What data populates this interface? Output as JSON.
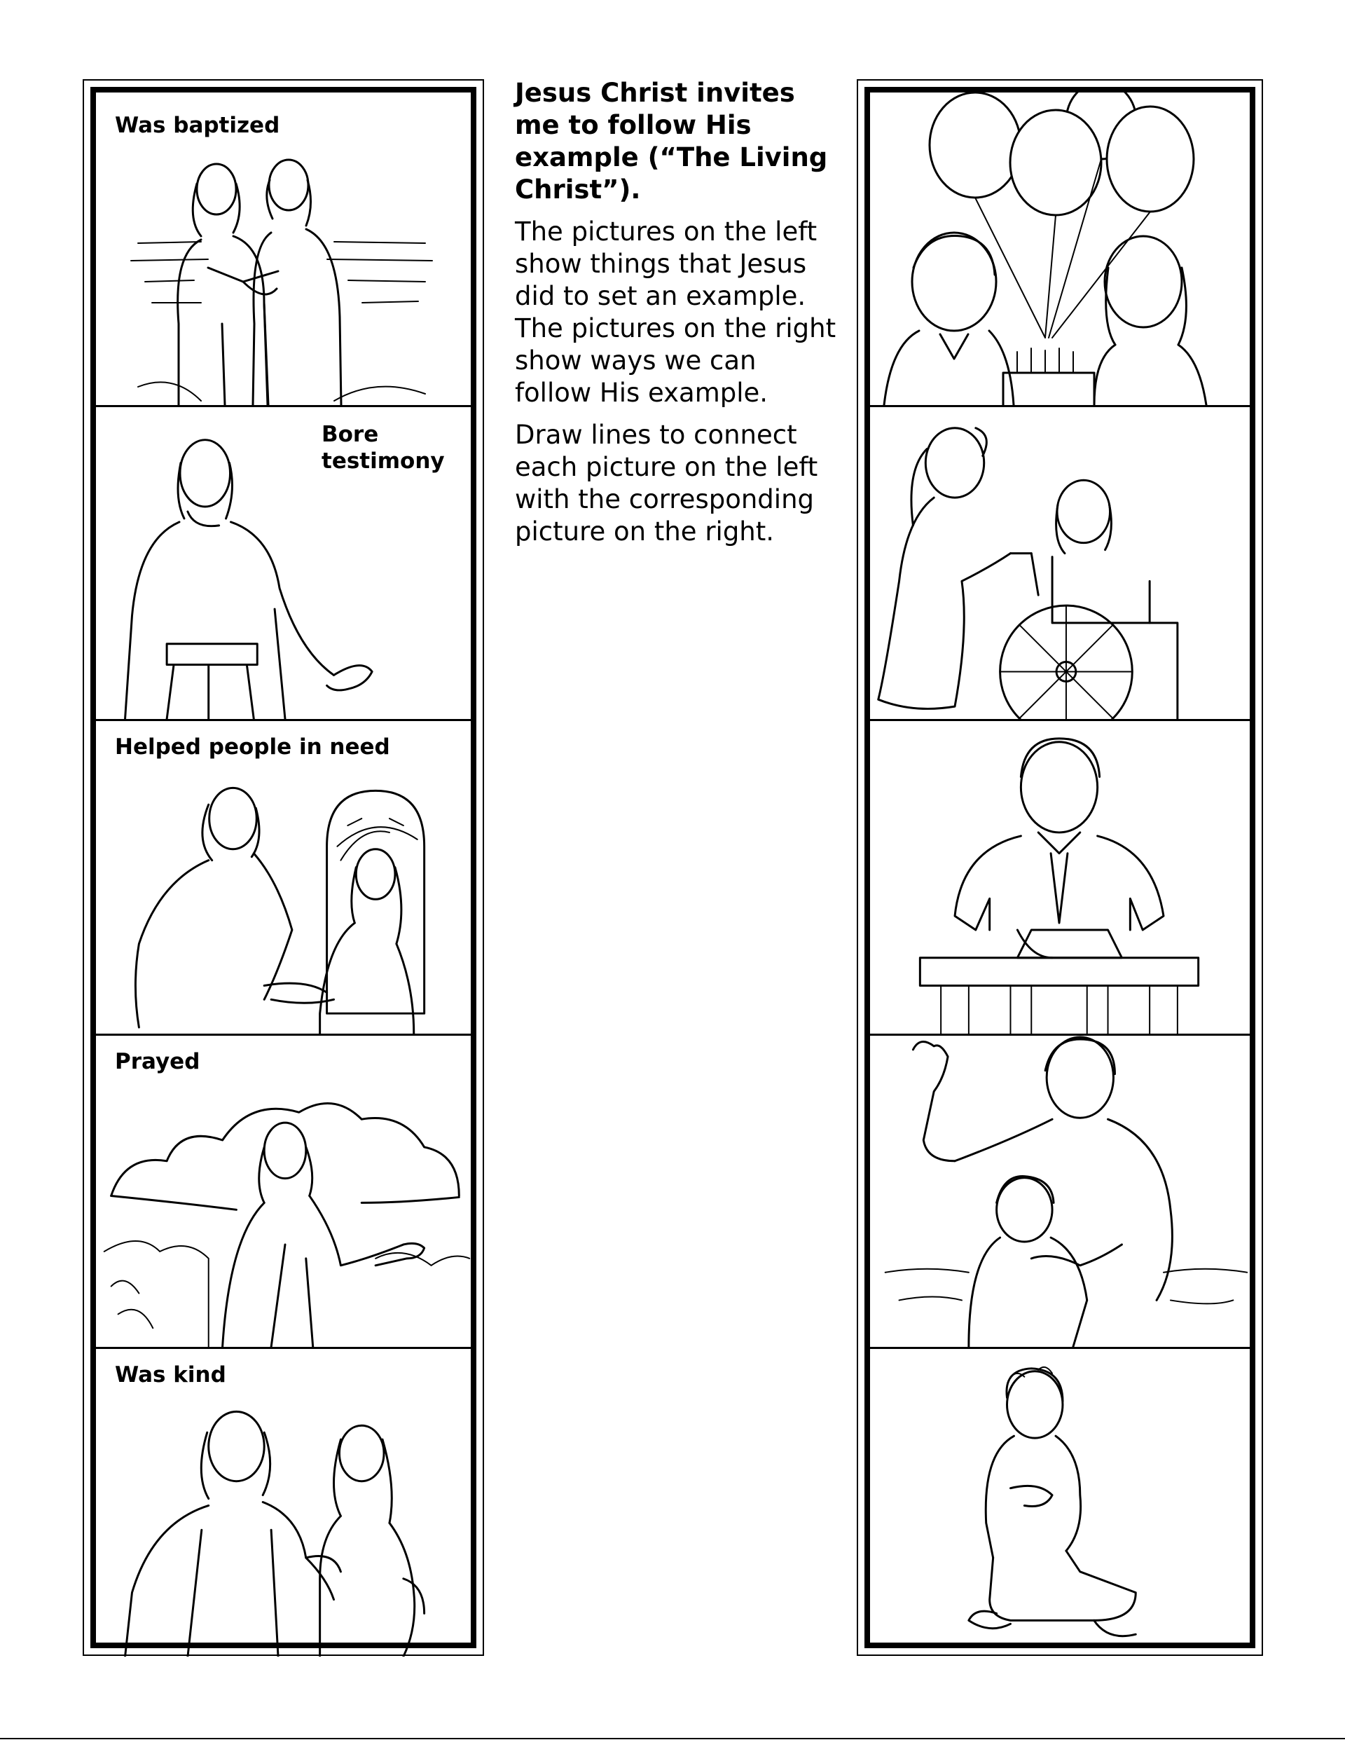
{
  "instructions": {
    "title": "Jesus Christ invites me to follow His example (“The Living Christ”).",
    "paragraph_1": "The pictures on the left show things that Jesus did to set an example. The pictures on the right show ways we can follow His example.",
    "paragraph_2": "Draw lines to connect each picture on the left with the corresponding picture on the right."
  },
  "left_panels": [
    {
      "caption": "Was baptized",
      "icon": "baptism-illustration"
    },
    {
      "caption": "Bore\ntestimony",
      "icon": "teaching-illustration"
    },
    {
      "caption": "Helped people in need",
      "icon": "helping-illustration"
    },
    {
      "caption": "Prayed",
      "icon": "praying-illustration"
    },
    {
      "caption": "Was kind",
      "icon": "kindness-illustration"
    }
  ],
  "right_panels": [
    {
      "icon": "birthday-party-illustration"
    },
    {
      "icon": "wheelchair-help-illustration"
    },
    {
      "icon": "boy-giving-talk-illustration"
    },
    {
      "icon": "child-baptism-illustration"
    },
    {
      "icon": "girl-kneeling-prayer-illustration"
    }
  ]
}
